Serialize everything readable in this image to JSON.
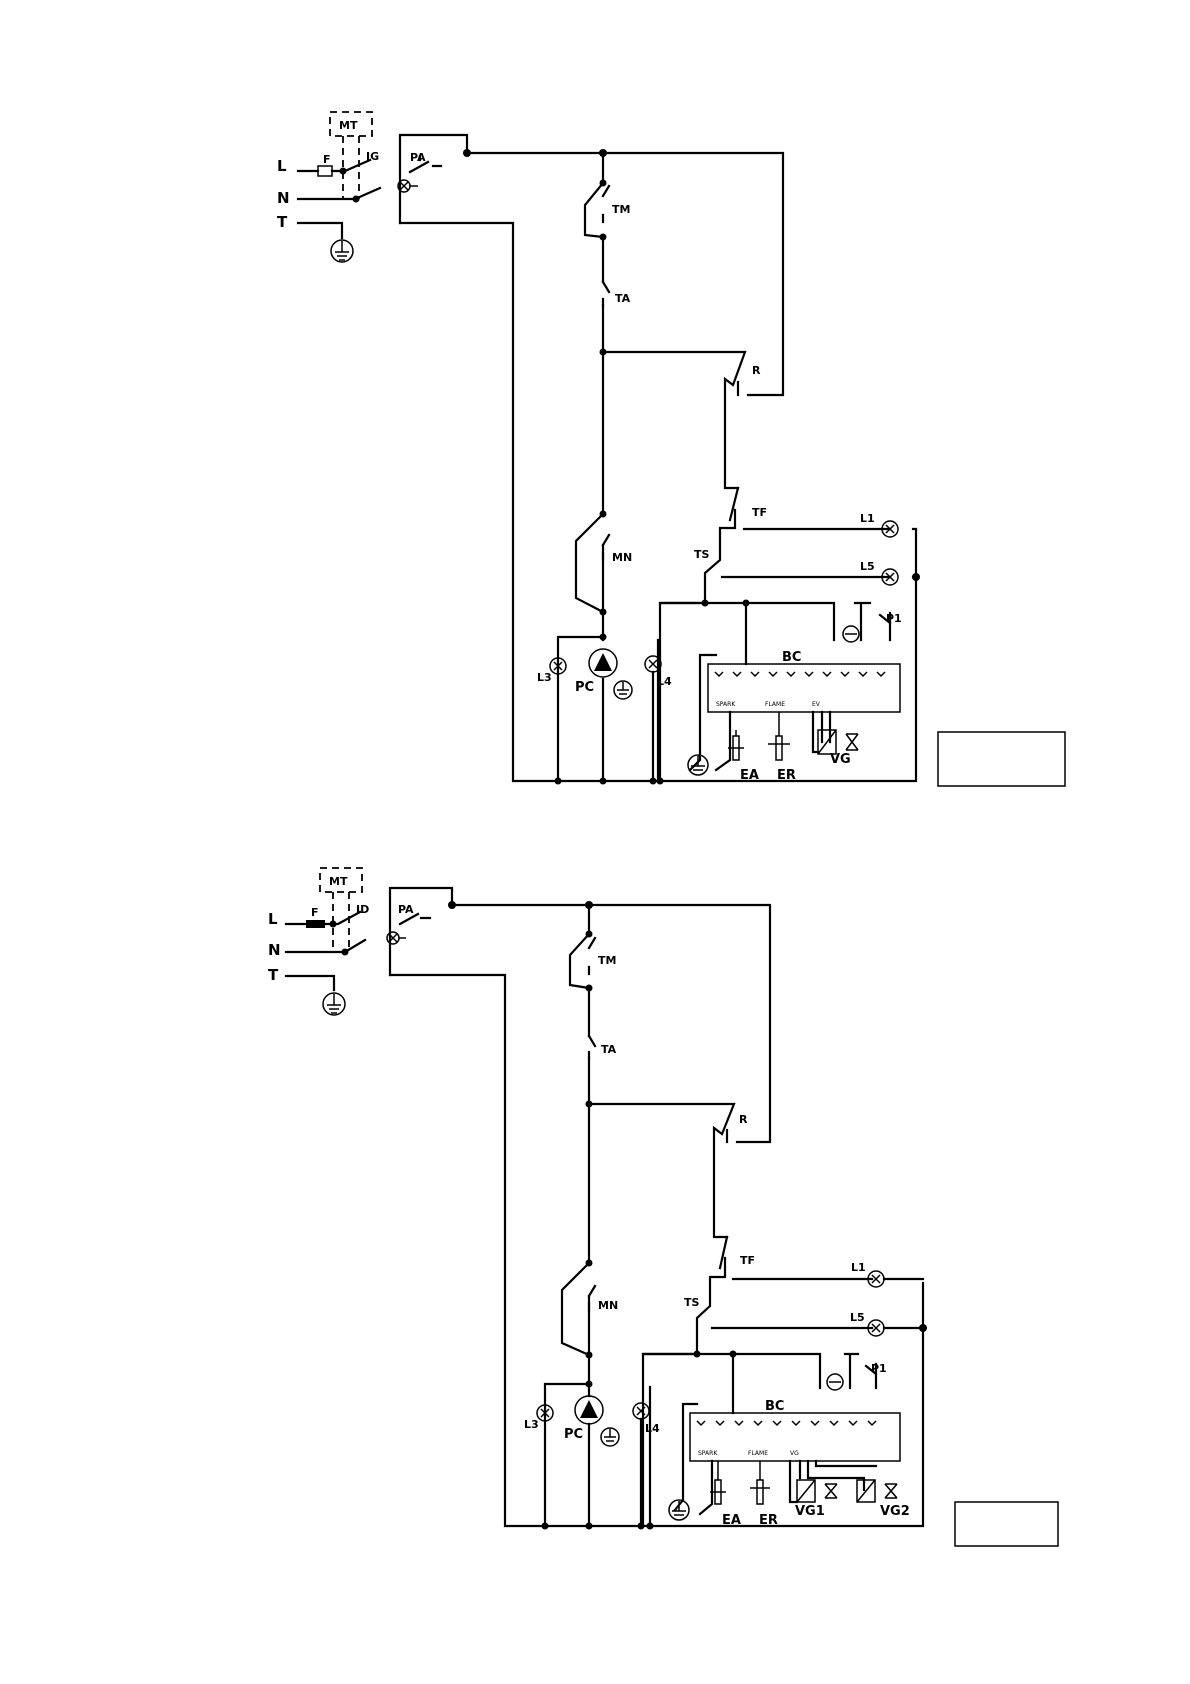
{
  "diagrams": [
    {
      "inputs": [
        "L",
        "N",
        "T"
      ],
      "components": {
        "thermostat_box": "MT",
        "fuse": "F",
        "main_switch": "IG",
        "selector": "PA",
        "thermo_tm": "TM",
        "thermo_ta": "TA",
        "relay": "R",
        "thermo_tf": "TF",
        "thermo_ts": "TS",
        "thermo_mn": "MN",
        "pump": "PC",
        "lamp_l1": "L1",
        "lamp_l5": "L5",
        "lamp_l3": "L3",
        "lamp_l4": "L4",
        "board": "BC",
        "spark": "SPARK",
        "flame": "FLAME",
        "ev": "EV",
        "pressure_switch": "P1",
        "ignition_electrode": "EA",
        "detection_electrode": "ER",
        "gas_valve": "VG"
      }
    },
    {
      "inputs": [
        "L",
        "N",
        "T"
      ],
      "components": {
        "thermostat_box": "MT",
        "fuse": "F",
        "main_switch": "ID",
        "selector": "PA",
        "thermo_tm": "TM",
        "thermo_ta": "TA",
        "relay": "R",
        "thermo_tf": "TF",
        "thermo_ts": "TS",
        "thermo_mn": "MN",
        "pump": "PC",
        "lamp_l1": "L1",
        "lamp_l5": "L5",
        "lamp_l3": "L3",
        "lamp_l4": "L4",
        "board": "BC",
        "spark": "SPARK",
        "flame": "FLAME",
        "ev": "VG",
        "pressure_switch": "P1",
        "ignition_electrode": "EA",
        "detection_electrode": "ER",
        "gas_valve": "VG1",
        "gas_valve_2": "VG2"
      }
    }
  ]
}
